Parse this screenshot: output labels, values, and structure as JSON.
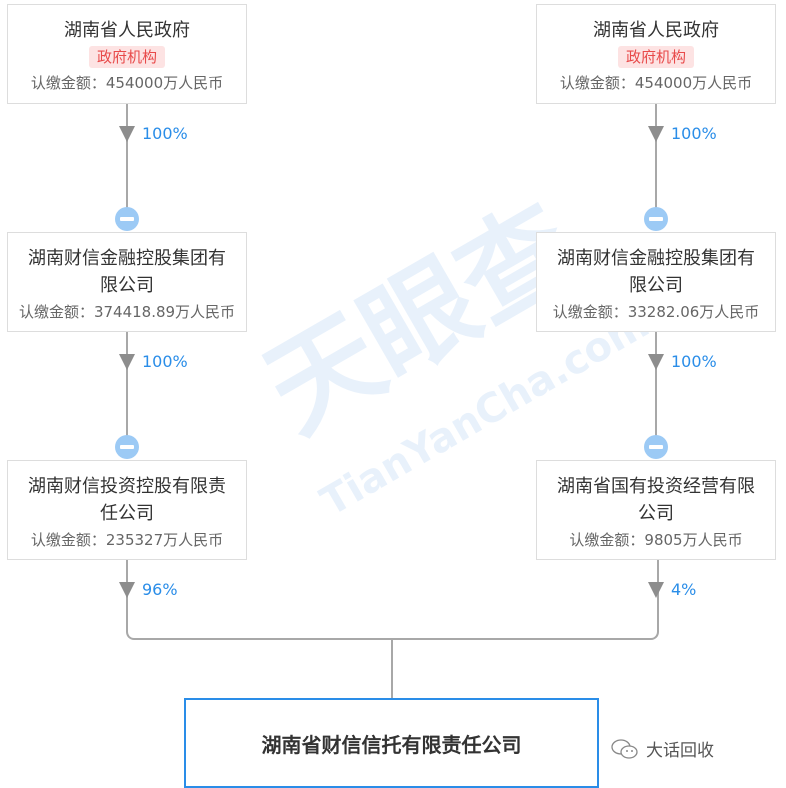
{
  "watermark": {
    "logo": "天眼查",
    "url": "TianYanCha.com"
  },
  "left": [
    {
      "name": "湖南省人民政府",
      "tag": "政府机构",
      "amount": "认缴金额：454000万人民币",
      "pct": "100%"
    },
    {
      "name": "湖南财信金融控股集团有限公司",
      "amount": "认缴金额：374418.89万人民币",
      "pct": "100%"
    },
    {
      "name": "湖南财信投资控股有限责任公司",
      "amount": "认缴金额：235327万人民币",
      "pct": "96%"
    }
  ],
  "right": [
    {
      "name": "湖南省人民政府",
      "tag": "政府机构",
      "amount": "认缴金额：454000万人民币",
      "pct": "100%"
    },
    {
      "name": "湖南财信金融控股集团有限公司",
      "amount": "认缴金额：33282.06万人民币",
      "pct": "100%"
    },
    {
      "name": "湖南省国有投资经营有限公司",
      "amount": "认缴金额：9805万人民币",
      "pct": "4%"
    }
  ],
  "target": {
    "name": "湖南省财信信托有限责任公司"
  },
  "footer": {
    "label": "大话回收"
  }
}
